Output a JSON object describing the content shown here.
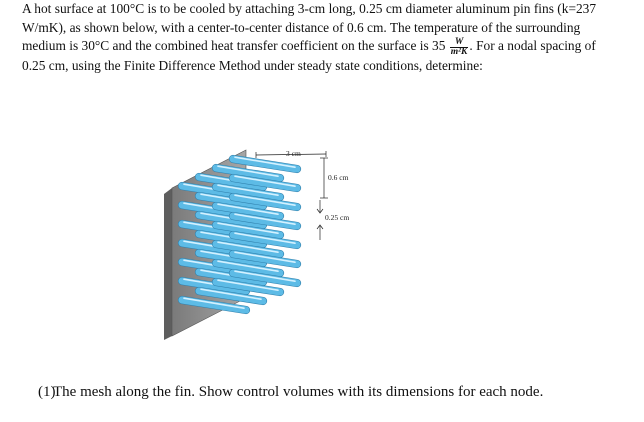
{
  "problem": {
    "text_1": "A hot surface at 100°C is to be cooled by attaching 3-cm long, 0.25 cm diameter aluminum pin fins (k=237 W/mK), as shown below, with a center-to-center distance of 0.6 cm. The temperature of the surrounding medium is 30°C and the combined heat transfer coefficient on the surface is 35",
    "unit_num": "W",
    "unit_den": "m²K",
    "text_2": ". For a nodal spacing of 0.25 cm, using the Finite Difference Method under steady state conditions, determine:"
  },
  "figure": {
    "label_length": "3 cm",
    "label_spacing": "0.6 cm",
    "label_diameter": "0.25 cm",
    "plate_color": "#8d8d8d",
    "fin_color": "#5dbbe6"
  },
  "question": {
    "number": "(1)",
    "text": "The mesh along the fin. Show control volumes with its dimensions for each node."
  }
}
